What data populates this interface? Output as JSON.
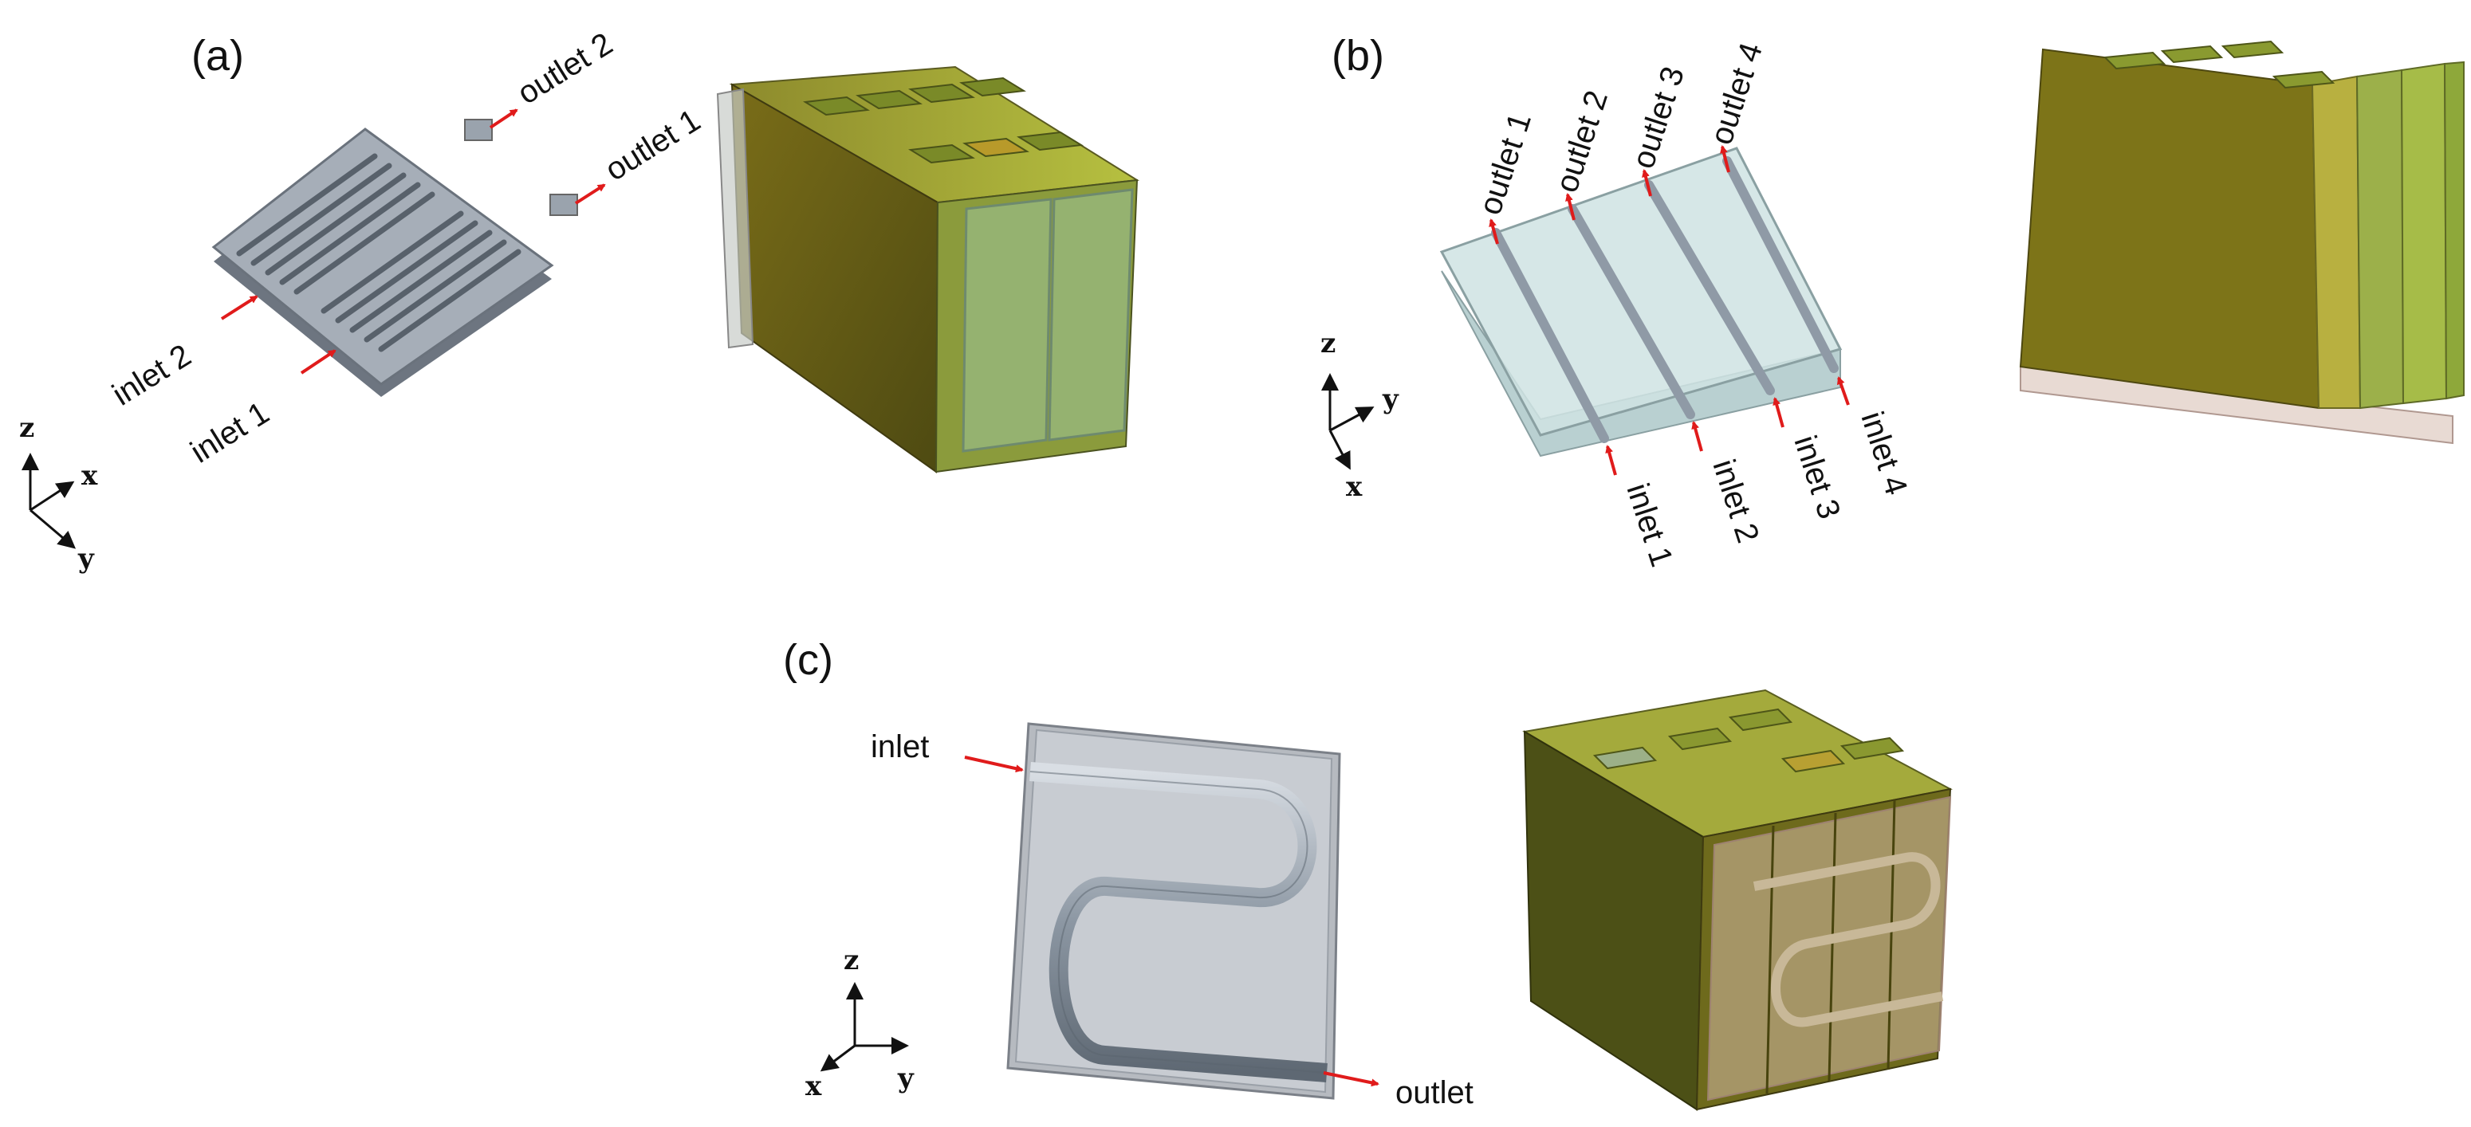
{
  "panels": {
    "a": {
      "label": "(a)",
      "ports": {
        "inlet_1": "inlet 1",
        "inlet_2": "inlet 2",
        "outlet_1": "outlet 1",
        "outlet_2": "outlet 2"
      },
      "axes": {
        "z": "z",
        "x": "x",
        "y": "y"
      }
    },
    "b": {
      "label": "(b)",
      "outlets": [
        "outlet 1",
        "outlet 2",
        "outlet 3",
        "outlet 4"
      ],
      "inlets": [
        "inlet 1",
        "inlet 2",
        "inlet 3",
        "inlet 4"
      ],
      "axes": {
        "z": "z",
        "y": "y",
        "x": "x"
      }
    },
    "c": {
      "label": "(c)",
      "ports": {
        "inlet": "inlet",
        "outlet": "outlet"
      },
      "axes": {
        "z": "z",
        "x": "x",
        "y": "y"
      }
    }
  },
  "colors": {
    "arrow": "#e01b1b",
    "cold_plate": "#9aa3ae",
    "tube": "#8f9aa6",
    "cell_dark": "#6b5f14",
    "cell_light": "#a8b43a",
    "glass": "#c9dfe0"
  }
}
